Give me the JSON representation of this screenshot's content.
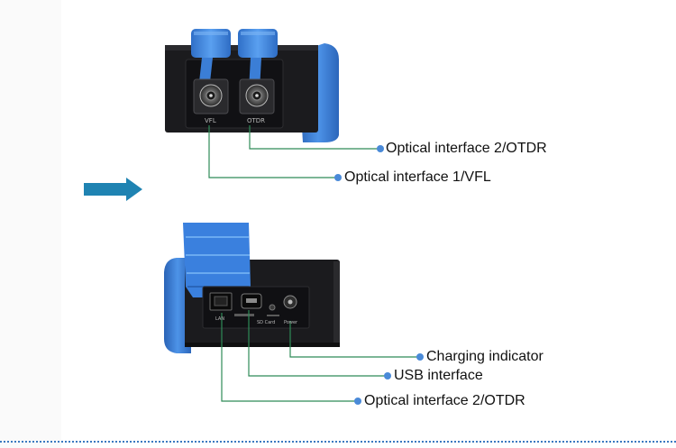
{
  "top_view": {
    "port_labels": [
      "VFL",
      "OTDR"
    ]
  },
  "bottom_view": {
    "port_labels": [
      "LAN",
      "SD Card",
      "Power"
    ]
  },
  "callouts": [
    {
      "id": "optical-2-top",
      "text": "Optical interface 2/OTDR"
    },
    {
      "id": "optical-1-top",
      "text": "Optical interface 1/VFL"
    },
    {
      "id": "charging",
      "text": "Charging indicator"
    },
    {
      "id": "usb",
      "text": "USB interface"
    },
    {
      "id": "optical-2-bottom",
      "text": "Optical interface 2/OTDR"
    }
  ],
  "colors": {
    "device_body": "#1b1b1e",
    "rubber_bumper": "#3f86e2",
    "leader_line": "#2e8b57",
    "callout_dot": "#4a8ad8",
    "arrow": "#1f83b2",
    "divider": "#3b7ac0"
  }
}
